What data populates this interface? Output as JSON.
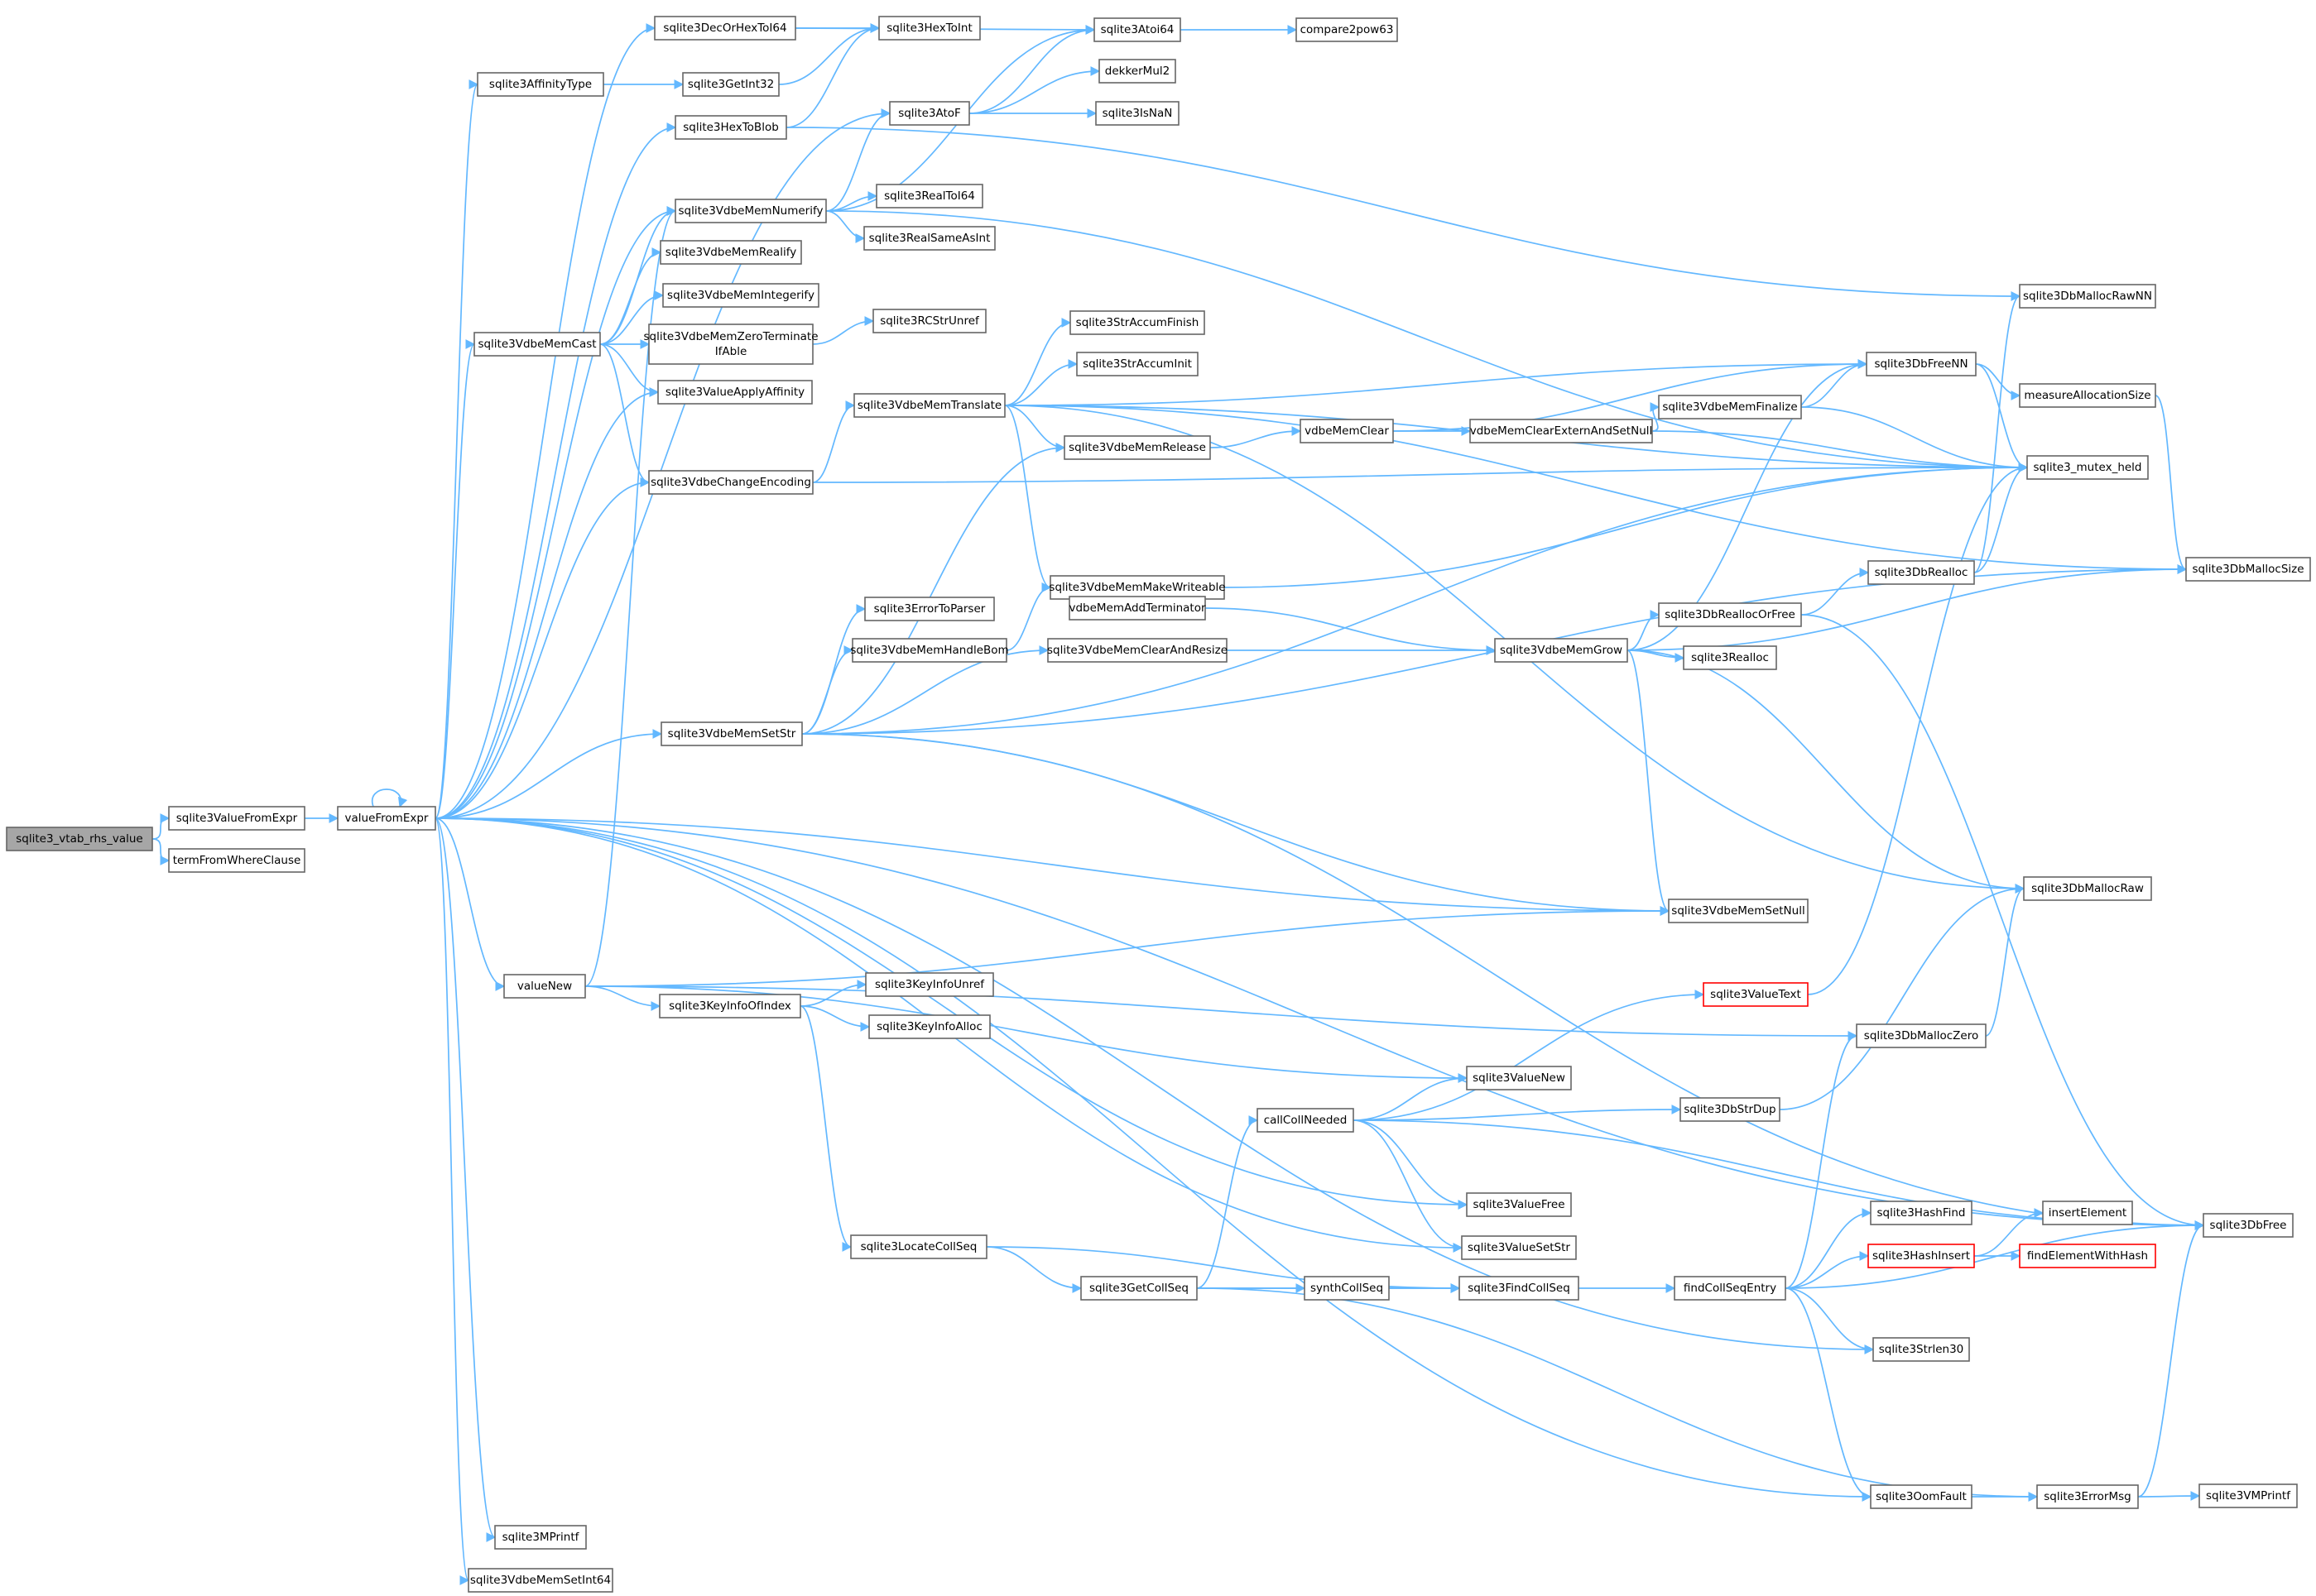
{
  "graph": {
    "colors": {
      "edge": "#63b8ff",
      "node_border": "#666666",
      "root_fill": "#a6a6a6",
      "truncated_border": "#ff0000",
      "node_fill": "#ffffff"
    },
    "nodes": [
      {
        "id": "sqlite3_vtab_rhs_value",
        "label": "sqlite3_vtab_rhs_value",
        "kind": "root"
      },
      {
        "id": "sqlite3ValueFromExpr",
        "label": "sqlite3ValueFromExpr"
      },
      {
        "id": "termFromWhereClause",
        "label": "termFromWhereClause"
      },
      {
        "id": "valueFromExpr",
        "label": "valueFromExpr"
      },
      {
        "id": "sqlite3DecOrHexToI64",
        "label": "sqlite3DecOrHexToI64"
      },
      {
        "id": "sqlite3AffinityType",
        "label": "sqlite3AffinityType"
      },
      {
        "id": "sqlite3HexToBlob",
        "label": "sqlite3HexToBlob"
      },
      {
        "id": "sqlite3VdbeMemNumerify",
        "label": "sqlite3VdbeMemNumerify"
      },
      {
        "id": "sqlite3VdbeMemRealify",
        "label": "sqlite3VdbeMemRealify"
      },
      {
        "id": "sqlite3VdbeMemIntegerify",
        "label": "sqlite3VdbeMemIntegerify"
      },
      {
        "id": "sqlite3VdbeMemCast",
        "label": "sqlite3VdbeMemCast"
      },
      {
        "id": "sqlite3VdbeMemZeroTerminateIfAble",
        "label": "sqlite3VdbeMemZeroTerminate",
        "label2": "IfAble"
      },
      {
        "id": "sqlite3ValueApplyAffinity",
        "label": "sqlite3ValueApplyAffinity"
      },
      {
        "id": "sqlite3VdbeChangeEncoding",
        "label": "sqlite3VdbeChangeEncoding"
      },
      {
        "id": "sqlite3VdbeMemSetStr",
        "label": "sqlite3VdbeMemSetStr"
      },
      {
        "id": "valueNew",
        "label": "valueNew"
      },
      {
        "id": "sqlite3KeyInfoOfIndex",
        "label": "sqlite3KeyInfoOfIndex"
      },
      {
        "id": "sqlite3LocateCollSeq",
        "label": "sqlite3LocateCollSeq"
      },
      {
        "id": "sqlite3GetCollSeq",
        "label": "sqlite3GetCollSeq"
      },
      {
        "id": "sqlite3MPrintf",
        "label": "sqlite3MPrintf"
      },
      {
        "id": "sqlite3VdbeMemSetInt64",
        "label": "sqlite3VdbeMemSetInt64"
      },
      {
        "id": "sqlite3HexToInt",
        "label": "sqlite3HexToInt"
      },
      {
        "id": "sqlite3GetInt32",
        "label": "sqlite3GetInt32"
      },
      {
        "id": "sqlite3AtoF",
        "label": "sqlite3AtoF"
      },
      {
        "id": "sqlite3RealToI64",
        "label": "sqlite3RealToI64"
      },
      {
        "id": "sqlite3RealSameAsInt",
        "label": "sqlite3RealSameAsInt"
      },
      {
        "id": "sqlite3RCStrUnref",
        "label": "sqlite3RCStrUnref"
      },
      {
        "id": "sqlite3VdbeMemTranslate",
        "label": "sqlite3VdbeMemTranslate"
      },
      {
        "id": "sqlite3ErrorToParser",
        "label": "sqlite3ErrorToParser"
      },
      {
        "id": "sqlite3VdbeMemHandleBom",
        "label": "sqlite3VdbeMemHandleBom"
      },
      {
        "id": "sqlite3KeyInfoUnref",
        "label": "sqlite3KeyInfoUnref"
      },
      {
        "id": "sqlite3KeyInfoAlloc",
        "label": "sqlite3KeyInfoAlloc"
      },
      {
        "id": "sqlite3Atoi64",
        "label": "sqlite3Atoi64"
      },
      {
        "id": "dekkerMul2",
        "label": "dekkerMul2"
      },
      {
        "id": "sqlite3IsNaN",
        "label": "sqlite3IsNaN"
      },
      {
        "id": "sqlite3StrAccumFinish",
        "label": "sqlite3StrAccumFinish"
      },
      {
        "id": "sqlite3StrAccumInit",
        "label": "sqlite3StrAccumInit"
      },
      {
        "id": "sqlite3VdbeMemRelease",
        "label": "sqlite3VdbeMemRelease"
      },
      {
        "id": "sqlite3VdbeMemMakeWriteable",
        "label": "sqlite3VdbeMemMakeWriteable"
      },
      {
        "id": "vdbeMemAddTerminator",
        "label": "vdbeMemAddTerminator"
      },
      {
        "id": "sqlite3VdbeMemClearAndResize",
        "label": "sqlite3VdbeMemClearAndResize"
      },
      {
        "id": "callCollNeeded",
        "label": "callCollNeeded"
      },
      {
        "id": "synthCollSeq",
        "label": "synthCollSeq"
      },
      {
        "id": "compare2pow63",
        "label": "compare2pow63"
      },
      {
        "id": "vdbeMemClear",
        "label": "vdbeMemClear"
      },
      {
        "id": "vdbeMemClearExternAndSetNull",
        "label": "vdbeMemClearExternAndSetNull"
      },
      {
        "id": "sqlite3VdbeMemGrow",
        "label": "sqlite3VdbeMemGrow"
      },
      {
        "id": "sqlite3VdbeMemSetNull",
        "label": "sqlite3VdbeMemSetNull"
      },
      {
        "id": "sqlite3ValueNew",
        "label": "sqlite3ValueNew"
      },
      {
        "id": "sqlite3ValueFree",
        "label": "sqlite3ValueFree"
      },
      {
        "id": "sqlite3ValueSetStr",
        "label": "sqlite3ValueSetStr"
      },
      {
        "id": "sqlite3FindCollSeq",
        "label": "sqlite3FindCollSeq"
      },
      {
        "id": "sqlite3VdbeMemFinalize",
        "label": "sqlite3VdbeMemFinalize"
      },
      {
        "id": "sqlite3DbReallocOrFree",
        "label": "sqlite3DbReallocOrFree"
      },
      {
        "id": "sqlite3Realloc",
        "label": "sqlite3Realloc"
      },
      {
        "id": "sqlite3DbFreeNN",
        "label": "sqlite3DbFreeNN"
      },
      {
        "id": "sqlite3ValueText",
        "label": "sqlite3ValueText",
        "kind": "trunc"
      },
      {
        "id": "sqlite3DbStrDup",
        "label": "sqlite3DbStrDup"
      },
      {
        "id": "findCollSeqEntry",
        "label": "findCollSeqEntry"
      },
      {
        "id": "sqlite3DbRealloc",
        "label": "sqlite3DbRealloc"
      },
      {
        "id": "sqlite3DbMallocZero",
        "label": "sqlite3DbMallocZero"
      },
      {
        "id": "sqlite3HashFind",
        "label": "sqlite3HashFind"
      },
      {
        "id": "sqlite3HashInsert",
        "label": "sqlite3HashInsert",
        "kind": "trunc"
      },
      {
        "id": "sqlite3Strlen30",
        "label": "sqlite3Strlen30"
      },
      {
        "id": "sqlite3OomFault",
        "label": "sqlite3OomFault"
      },
      {
        "id": "sqlite3DbMallocRawNN",
        "label": "sqlite3DbMallocRawNN"
      },
      {
        "id": "measureAllocationSize",
        "label": "measureAllocationSize"
      },
      {
        "id": "sqlite3_mutex_held",
        "label": "sqlite3_mutex_held"
      },
      {
        "id": "sqlite3DbMallocRaw",
        "label": "sqlite3DbMallocRaw"
      },
      {
        "id": "insertElement",
        "label": "insertElement"
      },
      {
        "id": "findElementWithHash",
        "label": "findElementWithHash",
        "kind": "trunc"
      },
      {
        "id": "sqlite3ErrorMsg",
        "label": "sqlite3ErrorMsg"
      },
      {
        "id": "sqlite3DbMallocSize",
        "label": "sqlite3DbMallocSize"
      },
      {
        "id": "sqlite3DbFree",
        "label": "sqlite3DbFree"
      },
      {
        "id": "sqlite3VMPrintf",
        "label": "sqlite3VMPrintf"
      }
    ],
    "edges": [
      [
        "sqlite3_vtab_rhs_value",
        "sqlite3ValueFromExpr"
      ],
      [
        "sqlite3_vtab_rhs_value",
        "termFromWhereClause"
      ],
      [
        "sqlite3ValueFromExpr",
        "valueFromExpr"
      ],
      [
        "valueFromExpr",
        "valueFromExpr"
      ],
      [
        "valueFromExpr",
        "sqlite3DecOrHexToI64"
      ],
      [
        "valueFromExpr",
        "sqlite3AffinityType"
      ],
      [
        "valueFromExpr",
        "sqlite3HexToBlob"
      ],
      [
        "valueFromExpr",
        "sqlite3AtoF"
      ],
      [
        "valueFromExpr",
        "sqlite3VdbeMemNumerify"
      ],
      [
        "valueFromExpr",
        "sqlite3VdbeMemCast"
      ],
      [
        "valueFromExpr",
        "sqlite3ValueApplyAffinity"
      ],
      [
        "valueFromExpr",
        "sqlite3VdbeChangeEncoding"
      ],
      [
        "valueFromExpr",
        "sqlite3VdbeMemSetStr"
      ],
      [
        "valueFromExpr",
        "sqlite3VdbeMemSetNull"
      ],
      [
        "valueFromExpr",
        "valueNew"
      ],
      [
        "valueFromExpr",
        "sqlite3ValueFree"
      ],
      [
        "valueFromExpr",
        "sqlite3ValueSetStr"
      ],
      [
        "valueFromExpr",
        "sqlite3Strlen30"
      ],
      [
        "valueFromExpr",
        "sqlite3DbFree"
      ],
      [
        "valueFromExpr",
        "sqlite3OomFault"
      ],
      [
        "valueFromExpr",
        "sqlite3MPrintf"
      ],
      [
        "valueFromExpr",
        "sqlite3VdbeMemSetInt64"
      ],
      [
        "sqlite3DecOrHexToI64",
        "sqlite3HexToInt"
      ],
      [
        "sqlite3DecOrHexToI64",
        "sqlite3Atoi64"
      ],
      [
        "sqlite3AffinityType",
        "sqlite3GetInt32"
      ],
      [
        "sqlite3GetInt32",
        "sqlite3HexToInt"
      ],
      [
        "sqlite3HexToBlob",
        "sqlite3HexToInt"
      ],
      [
        "sqlite3HexToBlob",
        "sqlite3DbMallocRawNN"
      ],
      [
        "sqlite3VdbeMemNumerify",
        "sqlite3Atoi64"
      ],
      [
        "sqlite3VdbeMemNumerify",
        "sqlite3AtoF"
      ],
      [
        "sqlite3VdbeMemNumerify",
        "sqlite3RealToI64"
      ],
      [
        "sqlite3VdbeMemNumerify",
        "sqlite3RealSameAsInt"
      ],
      [
        "sqlite3VdbeMemNumerify",
        "sqlite3_mutex_held"
      ],
      [
        "sqlite3VdbeMemCast",
        "sqlite3VdbeMemNumerify"
      ],
      [
        "sqlite3VdbeMemCast",
        "sqlite3VdbeMemRealify"
      ],
      [
        "sqlite3VdbeMemCast",
        "sqlite3VdbeMemIntegerify"
      ],
      [
        "sqlite3VdbeMemCast",
        "sqlite3VdbeMemZeroTerminateIfAble"
      ],
      [
        "sqlite3VdbeMemCast",
        "sqlite3ValueApplyAffinity"
      ],
      [
        "sqlite3VdbeMemCast",
        "sqlite3VdbeChangeEncoding"
      ],
      [
        "sqlite3VdbeMemZeroTerminateIfAble",
        "sqlite3RCStrUnref"
      ],
      [
        "sqlite3VdbeChangeEncoding",
        "sqlite3VdbeMemTranslate"
      ],
      [
        "sqlite3VdbeChangeEncoding",
        "sqlite3_mutex_held"
      ],
      [
        "sqlite3AtoF",
        "sqlite3Atoi64"
      ],
      [
        "sqlite3AtoF",
        "dekkerMul2"
      ],
      [
        "sqlite3AtoF",
        "sqlite3IsNaN"
      ],
      [
        "sqlite3Atoi64",
        "compare2pow63"
      ],
      [
        "sqlite3VdbeMemTranslate",
        "sqlite3StrAccumFinish"
      ],
      [
        "sqlite3VdbeMemTranslate",
        "sqlite3StrAccumInit"
      ],
      [
        "sqlite3VdbeMemTranslate",
        "sqlite3VdbeMemRelease"
      ],
      [
        "sqlite3VdbeMemTranslate",
        "sqlite3VdbeMemMakeWriteable"
      ],
      [
        "sqlite3VdbeMemTranslate",
        "sqlite3DbFreeNN"
      ],
      [
        "sqlite3VdbeMemTranslate",
        "sqlite3_mutex_held"
      ],
      [
        "sqlite3VdbeMemTranslate",
        "sqlite3DbMallocSize"
      ],
      [
        "sqlite3VdbeMemTranslate",
        "sqlite3DbMallocRaw"
      ],
      [
        "sqlite3VdbeMemRelease",
        "vdbeMemClear"
      ],
      [
        "vdbeMemClear",
        "vdbeMemClearExternAndSetNull"
      ],
      [
        "vdbeMemClear",
        "sqlite3DbFreeNN"
      ],
      [
        "vdbeMemClearExternAndSetNull",
        "sqlite3VdbeMemFinalize"
      ],
      [
        "vdbeMemClearExternAndSetNull",
        "sqlite3_mutex_held"
      ],
      [
        "sqlite3VdbeMemFinalize",
        "sqlite3DbFreeNN"
      ],
      [
        "sqlite3VdbeMemFinalize",
        "sqlite3_mutex_held"
      ],
      [
        "sqlite3VdbeMemMakeWriteable",
        "vdbeMemAddTerminator"
      ],
      [
        "sqlite3VdbeMemMakeWriteable",
        "sqlite3_mutex_held"
      ],
      [
        "vdbeMemAddTerminator",
        "sqlite3VdbeMemGrow"
      ],
      [
        "sqlite3VdbeMemHandleBom",
        "sqlite3VdbeMemMakeWriteable"
      ],
      [
        "sqlite3VdbeMemSetStr",
        "sqlite3ErrorToParser"
      ],
      [
        "sqlite3VdbeMemSetStr",
        "sqlite3VdbeMemHandleBom"
      ],
      [
        "sqlite3VdbeMemSetStr",
        "sqlite3VdbeMemRelease"
      ],
      [
        "sqlite3VdbeMemSetStr",
        "sqlite3VdbeMemClearAndResize"
      ],
      [
        "sqlite3VdbeMemSetStr",
        "sqlite3_mutex_held"
      ],
      [
        "sqlite3VdbeMemSetStr",
        "sqlite3DbMallocSize"
      ],
      [
        "sqlite3VdbeMemSetStr",
        "sqlite3VdbeMemSetNull"
      ],
      [
        "sqlite3VdbeMemSetStr",
        "sqlite3DbFree"
      ],
      [
        "sqlite3VdbeMemClearAndResize",
        "sqlite3VdbeMemGrow"
      ],
      [
        "sqlite3VdbeMemGrow",
        "sqlite3DbFreeNN"
      ],
      [
        "sqlite3VdbeMemGrow",
        "sqlite3DbReallocOrFree"
      ],
      [
        "sqlite3VdbeMemGrow",
        "sqlite3Realloc"
      ],
      [
        "sqlite3VdbeMemGrow",
        "sqlite3DbMallocSize"
      ],
      [
        "sqlite3VdbeMemGrow",
        "sqlite3DbMallocRaw"
      ],
      [
        "sqlite3VdbeMemGrow",
        "sqlite3VdbeMemSetNull"
      ],
      [
        "sqlite3DbReallocOrFree",
        "sqlite3DbRealloc"
      ],
      [
        "sqlite3DbReallocOrFree",
        "sqlite3DbFree"
      ],
      [
        "sqlite3DbRealloc",
        "sqlite3DbMallocRawNN"
      ],
      [
        "sqlite3DbRealloc",
        "sqlite3_mutex_held"
      ],
      [
        "sqlite3DbFreeNN",
        "measureAllocationSize"
      ],
      [
        "sqlite3DbFreeNN",
        "sqlite3_mutex_held"
      ],
      [
        "measureAllocationSize",
        "sqlite3DbMallocSize"
      ],
      [
        "valueNew",
        "sqlite3VdbeMemNumerify"
      ],
      [
        "valueNew",
        "sqlite3KeyInfoOfIndex"
      ],
      [
        "valueNew",
        "sqlite3DbMallocZero"
      ],
      [
        "valueNew",
        "sqlite3ValueNew"
      ],
      [
        "valueNew",
        "sqlite3VdbeMemSetNull"
      ],
      [
        "sqlite3KeyInfoOfIndex",
        "sqlite3KeyInfoUnref"
      ],
      [
        "sqlite3KeyInfoOfIndex",
        "sqlite3KeyInfoAlloc"
      ],
      [
        "sqlite3KeyInfoOfIndex",
        "sqlite3LocateCollSeq"
      ],
      [
        "sqlite3LocateCollSeq",
        "sqlite3GetCollSeq"
      ],
      [
        "sqlite3LocateCollSeq",
        "sqlite3FindCollSeq"
      ],
      [
        "sqlite3GetCollSeq",
        "callCollNeeded"
      ],
      [
        "sqlite3GetCollSeq",
        "synthCollSeq"
      ],
      [
        "sqlite3GetCollSeq",
        "sqlite3FindCollSeq"
      ],
      [
        "sqlite3GetCollSeq",
        "sqlite3ErrorMsg"
      ],
      [
        "synthCollSeq",
        "sqlite3FindCollSeq"
      ],
      [
        "callCollNeeded",
        "sqlite3ValueText"
      ],
      [
        "callCollNeeded",
        "sqlite3ValueNew"
      ],
      [
        "callCollNeeded",
        "sqlite3DbStrDup"
      ],
      [
        "callCollNeeded",
        "sqlite3ValueFree"
      ],
      [
        "callCollNeeded",
        "sqlite3ValueSetStr"
      ],
      [
        "callCollNeeded",
        "sqlite3DbFree"
      ],
      [
        "sqlite3ValueText",
        "sqlite3_mutex_held"
      ],
      [
        "sqlite3DbStrDup",
        "sqlite3DbMallocRaw"
      ],
      [
        "sqlite3DbMallocZero",
        "sqlite3DbMallocRaw"
      ],
      [
        "sqlite3FindCollSeq",
        "findCollSeqEntry"
      ],
      [
        "findCollSeqEntry",
        "sqlite3DbMallocZero"
      ],
      [
        "findCollSeqEntry",
        "sqlite3HashFind"
      ],
      [
        "findCollSeqEntry",
        "sqlite3HashInsert"
      ],
      [
        "findCollSeqEntry",
        "sqlite3Strlen30"
      ],
      [
        "findCollSeqEntry",
        "sqlite3OomFault"
      ],
      [
        "findCollSeqEntry",
        "sqlite3DbFree"
      ],
      [
        "sqlite3HashInsert",
        "insertElement"
      ],
      [
        "sqlite3HashInsert",
        "findElementWithHash"
      ],
      [
        "sqlite3OomFault",
        "sqlite3ErrorMsg"
      ],
      [
        "sqlite3ErrorMsg",
        "sqlite3VMPrintf"
      ],
      [
        "sqlite3ErrorMsg",
        "sqlite3DbFree"
      ]
    ]
  }
}
